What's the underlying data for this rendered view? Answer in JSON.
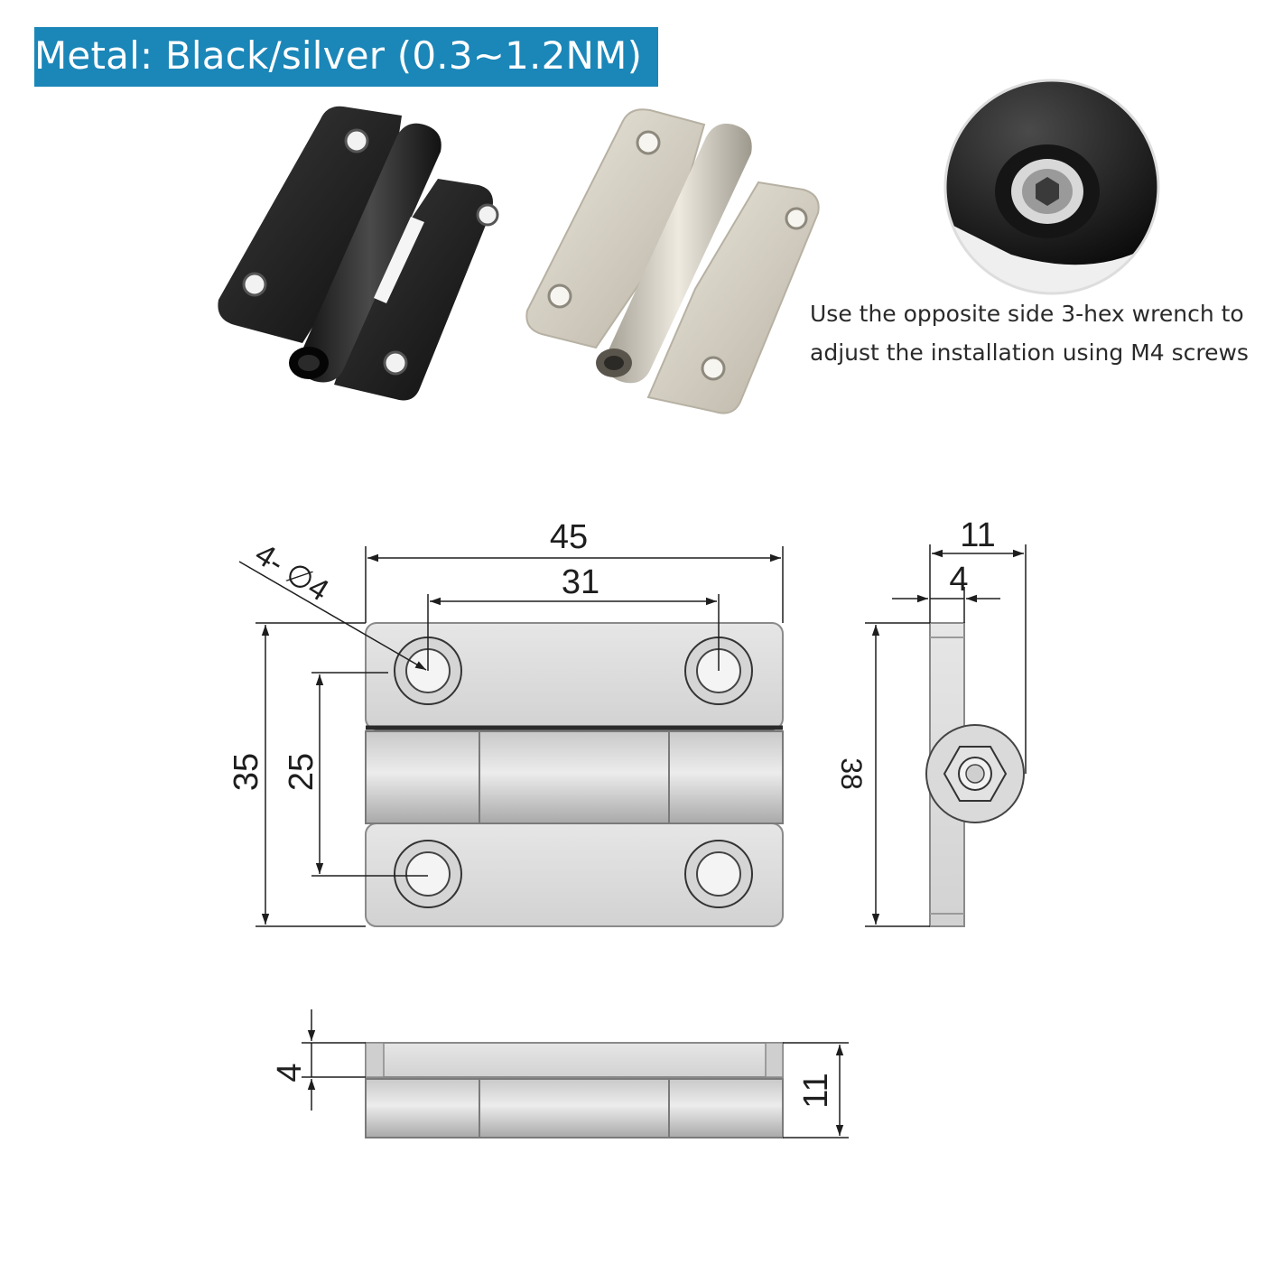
{
  "banner": {
    "title": "Metal: Black/silver (0.3~1.2NM)"
  },
  "note": {
    "text": "Use the opposite side 3-hex wrench to adjust the installation using M4 screws"
  },
  "photos": {
    "black_hinge": "black hinge",
    "silver_hinge": "silver hinge",
    "detail": "hex socket close-up"
  },
  "colors": {
    "banner_bg": "#1b86b8",
    "hinge_black": "#1c1c1c",
    "hinge_silver": "#d7d2c6",
    "drawing_face": "#dcdcdc",
    "dimension_line": "#1e1e1e"
  },
  "drawing": {
    "front_view": {
      "width_overall": "45",
      "hole_spacing_x": "31",
      "height_overall": "35",
      "hole_spacing_y": "25",
      "hole_callout": "4- ∅4"
    },
    "side_view": {
      "thickness_overall": "11",
      "leaf_thickness": "4",
      "height": "38"
    },
    "bottom_view": {
      "leaf_thickness": "4",
      "thickness_overall": "11"
    }
  }
}
